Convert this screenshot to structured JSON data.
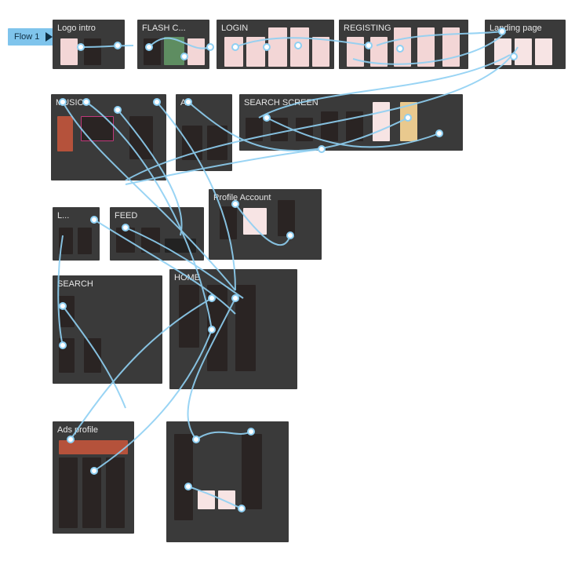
{
  "flow": {
    "label": "Flow 1",
    "icon": "play-icon"
  },
  "sections": [
    {
      "id": "logo-intro",
      "title": "Logo intro"
    },
    {
      "id": "flash",
      "title": "FLASH C..."
    },
    {
      "id": "login",
      "title": "LOGIN"
    },
    {
      "id": "registering",
      "title": "REGISTING"
    },
    {
      "id": "landing-page",
      "title": "Landing page"
    },
    {
      "id": "music",
      "title": "MUSIC"
    },
    {
      "id": "mid-small",
      "title": "A..."
    },
    {
      "id": "search-screen",
      "title": "SEARCH SCREEN"
    },
    {
      "id": "left-small",
      "title": "L..."
    },
    {
      "id": "feed",
      "title": "FEED"
    },
    {
      "id": "profile-account",
      "title": "Profile Account"
    },
    {
      "id": "search",
      "title": "SEARCH"
    },
    {
      "id": "home",
      "title": "HOME"
    },
    {
      "id": "ads-profile",
      "title": "Ads profile"
    },
    {
      "id": "bottom-right",
      "title": ""
    }
  ],
  "colors": {
    "canvas_bg": "#ffffff",
    "section_bg": "#3a3a3a",
    "connector": "#8fd0f3",
    "node_fill": "#ffffff",
    "flow_tag_bg": "#7fc4ec"
  }
}
